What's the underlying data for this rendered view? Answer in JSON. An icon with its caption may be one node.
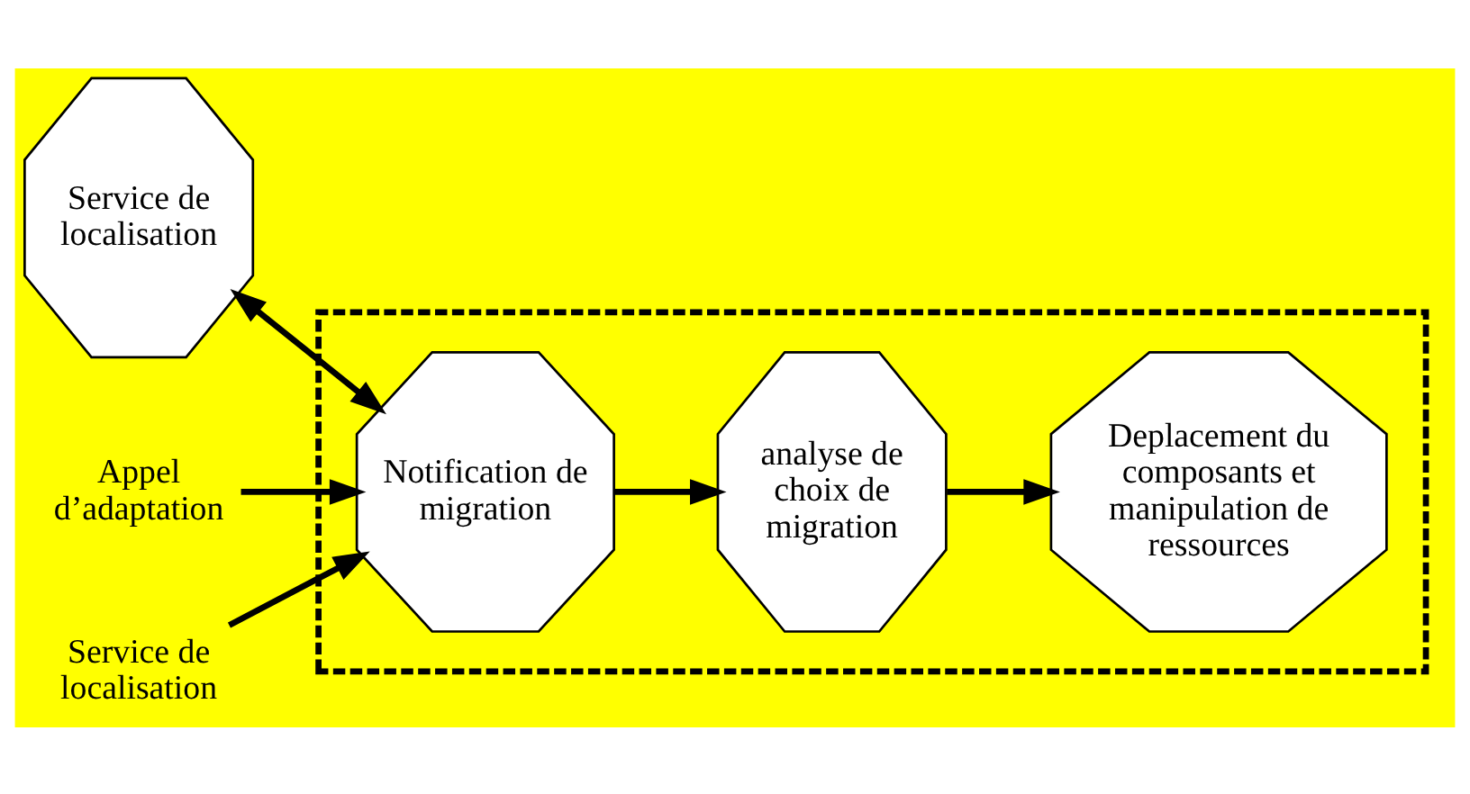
{
  "diagram": {
    "nodes": [
      {
        "text": [],
        "shape": "box"
      },
      {
        "text": [
          "Service de localisation"
        ]
      },
      {
        "text": [
          "Notification de migration"
        ],
        "in": 0
      },
      {
        "text": [
          "analyse de choix de migration"
        ],
        "in": 0
      },
      {
        "text": [
          "Deplacement du composants et manipulation de ressources"
        ],
        "in": 0
      },
      {
        "text": [
          "Appel d’adaptation"
        ]
      },
      {
        "text": [
          "Service de localisation"
        ]
      }
    ],
    "edges": [
      {
        "from": 1,
        "to": 2,
        "arrow": "both"
      },
      {
        "from": 5,
        "to": 2,
        "arrow": "to"
      },
      {
        "from": 6,
        "to": 2,
        "arrow": "to"
      },
      {
        "from": 2,
        "to": 3,
        "arrow": "to"
      },
      {
        "from": 3,
        "to": 4,
        "arrow": "to"
      }
    ]
  }
}
